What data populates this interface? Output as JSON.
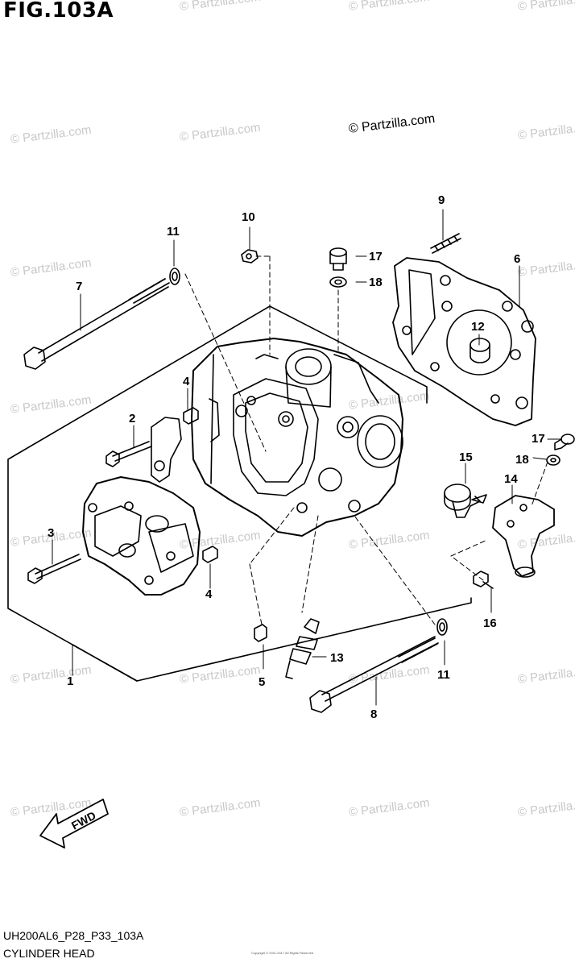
{
  "figure": {
    "title": "FIG.103A",
    "code": "UH200AL6_P28_P33_103A",
    "caption": "CYLINDER HEAD",
    "copyright": "© Partzilla.com",
    "watermark": "© Partzilla.com",
    "fineprint": "Copyright © 2011-2017 All Rights Reserved",
    "fwd_label": "FWD"
  },
  "callouts": [
    {
      "id": "c1",
      "text": "1"
    },
    {
      "id": "c2",
      "text": "2"
    },
    {
      "id": "c3",
      "text": "3"
    },
    {
      "id": "c4a",
      "text": "4"
    },
    {
      "id": "c4b",
      "text": "4"
    },
    {
      "id": "c5",
      "text": "5"
    },
    {
      "id": "c6",
      "text": "6"
    },
    {
      "id": "c7",
      "text": "7"
    },
    {
      "id": "c8",
      "text": "8"
    },
    {
      "id": "c9",
      "text": "9"
    },
    {
      "id": "c10",
      "text": "10"
    },
    {
      "id": "c11a",
      "text": "11"
    },
    {
      "id": "c11b",
      "text": "11"
    },
    {
      "id": "c12",
      "text": "12"
    },
    {
      "id": "c13",
      "text": "13"
    },
    {
      "id": "c14",
      "text": "14"
    },
    {
      "id": "c15",
      "text": "15"
    },
    {
      "id": "c16",
      "text": "16"
    },
    {
      "id": "c17a",
      "text": "17"
    },
    {
      "id": "c17b",
      "text": "17"
    },
    {
      "id": "c18a",
      "text": "18"
    },
    {
      "id": "c18b",
      "text": "18"
    }
  ]
}
